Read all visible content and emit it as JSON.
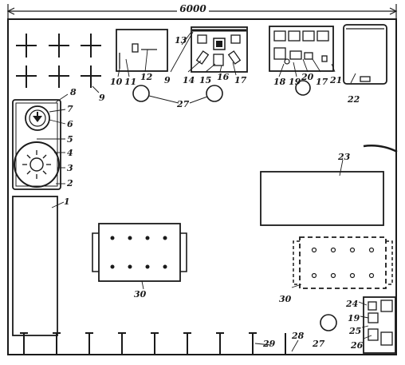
{
  "dimension_label": "6000",
  "labels": {
    "n1": "1",
    "n2": "2",
    "n3": "3",
    "n4": "4",
    "n5": "5",
    "n6": "6",
    "n7": "7",
    "n8": "8",
    "n9a": "9",
    "n9b": "9",
    "n10": "10",
    "n11": "11",
    "n12": "12",
    "n13": "13",
    "n14": "14",
    "n15": "15",
    "n16": "16",
    "n17a": "17",
    "n17b": "17",
    "n18": "18",
    "n19a": "19",
    "n19b": "19",
    "n20": "20",
    "n21": "21",
    "n22": "22",
    "n23": "23",
    "n24": "24",
    "n25": "25",
    "n26": "26",
    "n27a": "27",
    "n27b": "27",
    "n28": "28",
    "n29": "29",
    "n30a": "30",
    "n30b": "30"
  },
  "colors": {
    "ink": "#1a1a1a",
    "paper": "#ffffff"
  }
}
